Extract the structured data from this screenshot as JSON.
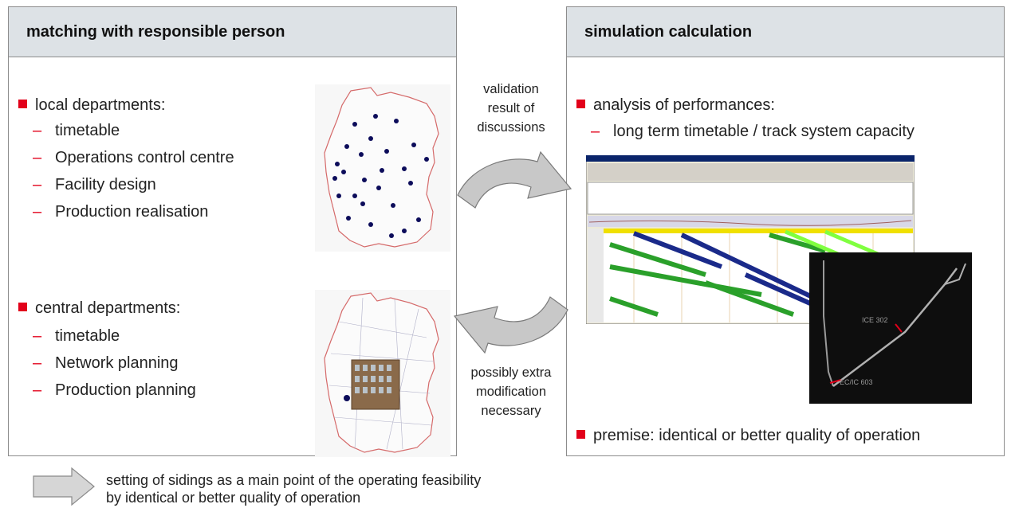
{
  "left_panel": {
    "title": "matching with responsible person",
    "local": {
      "heading": "local departments:",
      "items": [
        "timetable",
        "Operations control centre",
        "Facility design",
        "Production realisation"
      ]
    },
    "central": {
      "heading": "central departments:",
      "items": [
        "timetable",
        "Network planning",
        "Production planning"
      ]
    }
  },
  "right_panel": {
    "title": "simulation calculation",
    "analysis": {
      "heading": "analysis of performances:",
      "items": [
        "long term timetable / track system capacity"
      ]
    },
    "premise": "premise: identical or better quality of operation",
    "overlay_labels": [
      "ICE 302",
      "EC/IC 603"
    ]
  },
  "middle": {
    "top_text": [
      "validation",
      "result of",
      "discussions"
    ],
    "bottom_text": [
      "possibly extra",
      "modification",
      "necessary"
    ]
  },
  "footer": {
    "lines": [
      "setting of sidings as a main point of the operating feasibility",
      "by identical or better quality of operation"
    ]
  },
  "colors": {
    "accent_red": "#e2001a",
    "header_gray": "#dde2e6",
    "arrow_gray": "#c8c8c8"
  }
}
